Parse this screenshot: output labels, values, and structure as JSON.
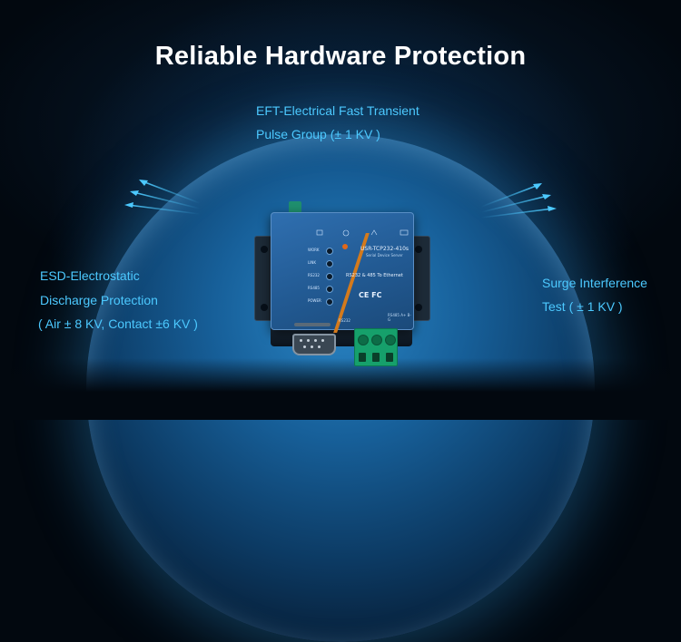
{
  "title": "Reliable Hardware Protection",
  "labels": {
    "eft_line1": "EFT-Electrical Fast Transient",
    "eft_line2": "Pulse Group (± 1 KV )",
    "esd_line1": "ESD-Electrostatic",
    "esd_line2": "Discharge Protection",
    "esd_line3": "( Air ± 8 KV, Contact ±6 KV )",
    "surge_line1": "Surge Interference",
    "surge_line2": "Test ( ± 1 KV )"
  },
  "device": {
    "model": "USR-TCP232-410s",
    "subtitle": "Serial Device Server",
    "spec": "RS232 & 485 To Ethernet",
    "cert": "CE FC",
    "led_labels": [
      "WORK",
      "LINK",
      "RS232",
      "RS485",
      "POWER"
    ],
    "port_label": "RS232",
    "terminal_label": "RS485 A+ B- G"
  },
  "colors": {
    "accent": "#4cc9ff",
    "title": "#ffffff",
    "background": "#02080f",
    "dome": "#1d6fae"
  }
}
